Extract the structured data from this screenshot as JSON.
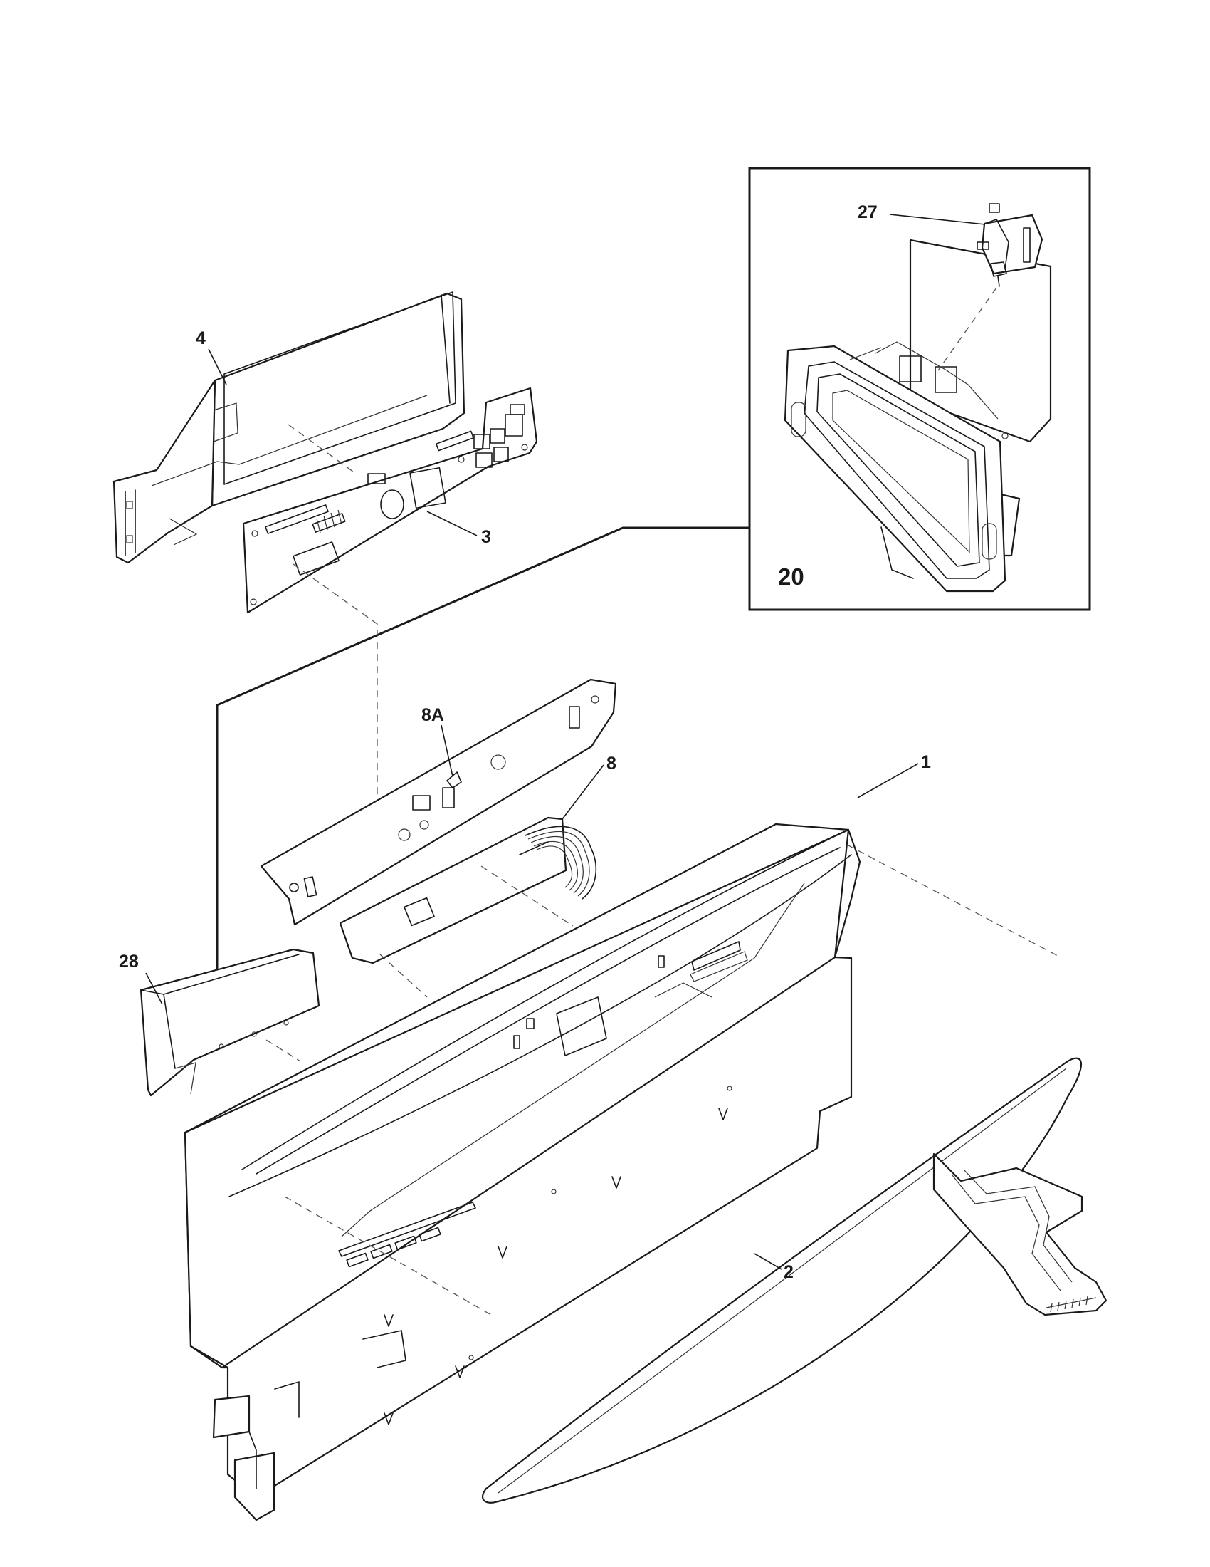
{
  "callouts": {
    "c1": "1",
    "c2": "2",
    "c3": "3",
    "c4": "4",
    "c8": "8",
    "c8a": "8A",
    "c20": "20",
    "c27": "27",
    "c28": "28"
  }
}
